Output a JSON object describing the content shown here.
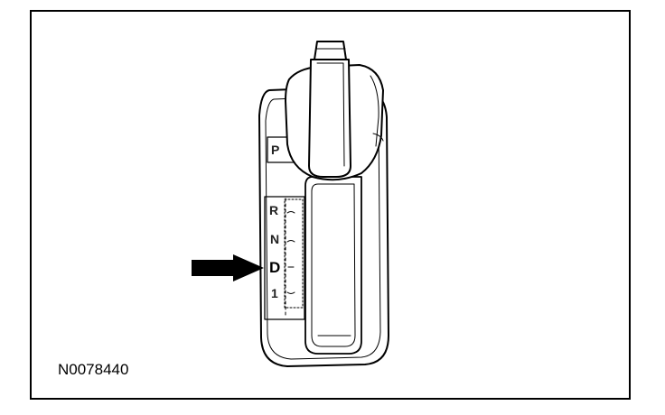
{
  "figure_id": "N0078440",
  "gear_positions": [
    "P",
    "R",
    "N",
    "D",
    "1"
  ],
  "selected_gear": "D",
  "icons": {
    "pointer": "arrow-right-icon"
  }
}
